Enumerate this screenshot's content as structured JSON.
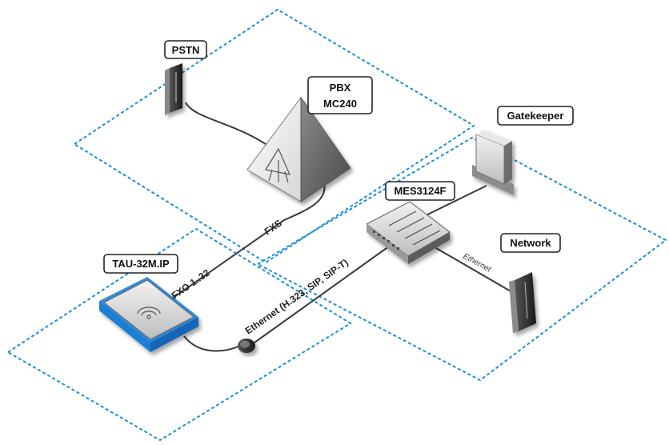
{
  "labels": {
    "pstn": "PSTN",
    "pbx_line1": "PBX",
    "pbx_line2": "MC240",
    "gatekeeper": "Gatekeeper",
    "switch": "MES3124F",
    "network": "Network",
    "gateway": "TAU-32M.IP"
  },
  "links": {
    "fxs": "FXS",
    "fxo": "FXO 1..32",
    "ethernet_gateway": "Ethernet (H.323, SIP, SIP-T)",
    "ethernet_network": "Ethernet"
  },
  "colors": {
    "zone_border": "#1a8fd8",
    "gateway_highlight": "#1f7fd6",
    "cable": "#3a3a3a"
  },
  "icons": {
    "pstn": "wall-panel-icon",
    "pbx": "pyramid-pbx-icon",
    "gatekeeper": "server-tower-icon",
    "switch": "ethernet-switch-icon",
    "network": "network-panel-icon",
    "gateway": "gateway-device-icon",
    "adapter": "power-adapter-icon"
  }
}
